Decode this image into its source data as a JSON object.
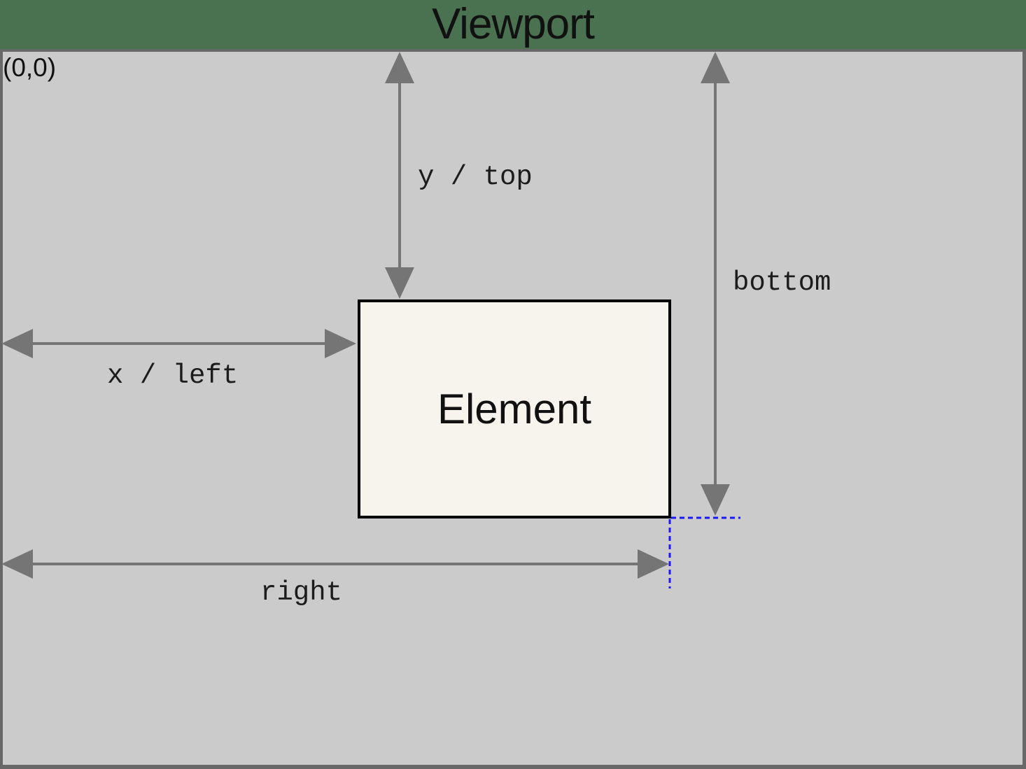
{
  "diagram": {
    "title": "Viewport",
    "origin_label": "(0,0)",
    "element_label": "Element",
    "labels": {
      "y_top": "y / top",
      "bottom": "bottom",
      "x_left": "x / left",
      "right": "right"
    },
    "colors": {
      "header_green": "#4a7150",
      "viewport_gray": "#cbcbcb",
      "border_gray": "#686868",
      "element_fill": "#f7f4ee",
      "element_border": "#000000",
      "arrow_gray": "#757575",
      "guide_blue": "#1a1aff",
      "text_black": "#111111"
    }
  }
}
